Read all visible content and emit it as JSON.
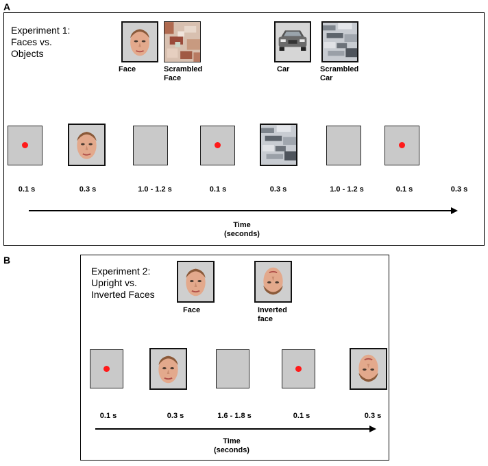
{
  "panel_a": {
    "letter": "A",
    "title": "Experiment 1:\nFaces vs.\nObjects",
    "examples": [
      {
        "kind": "face",
        "caption": "Face"
      },
      {
        "kind": "scrambled-face",
        "caption": "Scrambled\nFace"
      },
      {
        "kind": "car",
        "caption": "Car"
      },
      {
        "kind": "scrambled-car",
        "caption": "Scrambled\nCar"
      }
    ],
    "sequence": [
      {
        "kind": "fixation",
        "duration": "0.1 s"
      },
      {
        "kind": "face",
        "duration": "0.3 s"
      },
      {
        "kind": "blank",
        "duration": "1.0 - 1.2 s"
      },
      {
        "kind": "fixation",
        "duration": "0.1 s"
      },
      {
        "kind": "scrambled-car",
        "duration": "0.3 s"
      },
      {
        "kind": "blank",
        "duration": "1.0 - 1.2 s"
      },
      {
        "kind": "fixation",
        "duration": "0.1 s"
      },
      {
        "kind": "none",
        "duration": "0.3 s"
      }
    ],
    "axis_label": "Time\n(seconds)"
  },
  "panel_b": {
    "letter": "B",
    "title": "Experiment 2:\nUpright vs.\nInverted Faces",
    "examples": [
      {
        "kind": "face",
        "caption": "Face"
      },
      {
        "kind": "inverted-face",
        "caption": "Inverted\nface"
      }
    ],
    "sequence": [
      {
        "kind": "fixation",
        "duration": "0.1 s"
      },
      {
        "kind": "face",
        "duration": "0.3 s"
      },
      {
        "kind": "blank",
        "duration": "1.6 - 1.8 s"
      },
      {
        "kind": "fixation",
        "duration": "0.1 s"
      },
      {
        "kind": "inverted-face",
        "duration": "0.3 s"
      }
    ],
    "axis_label": "Time\n(seconds)"
  },
  "colors": {
    "fixation_dot": "#ff1a1a",
    "stimulus_gray": "#cfcfcf",
    "frame": "#111111"
  }
}
